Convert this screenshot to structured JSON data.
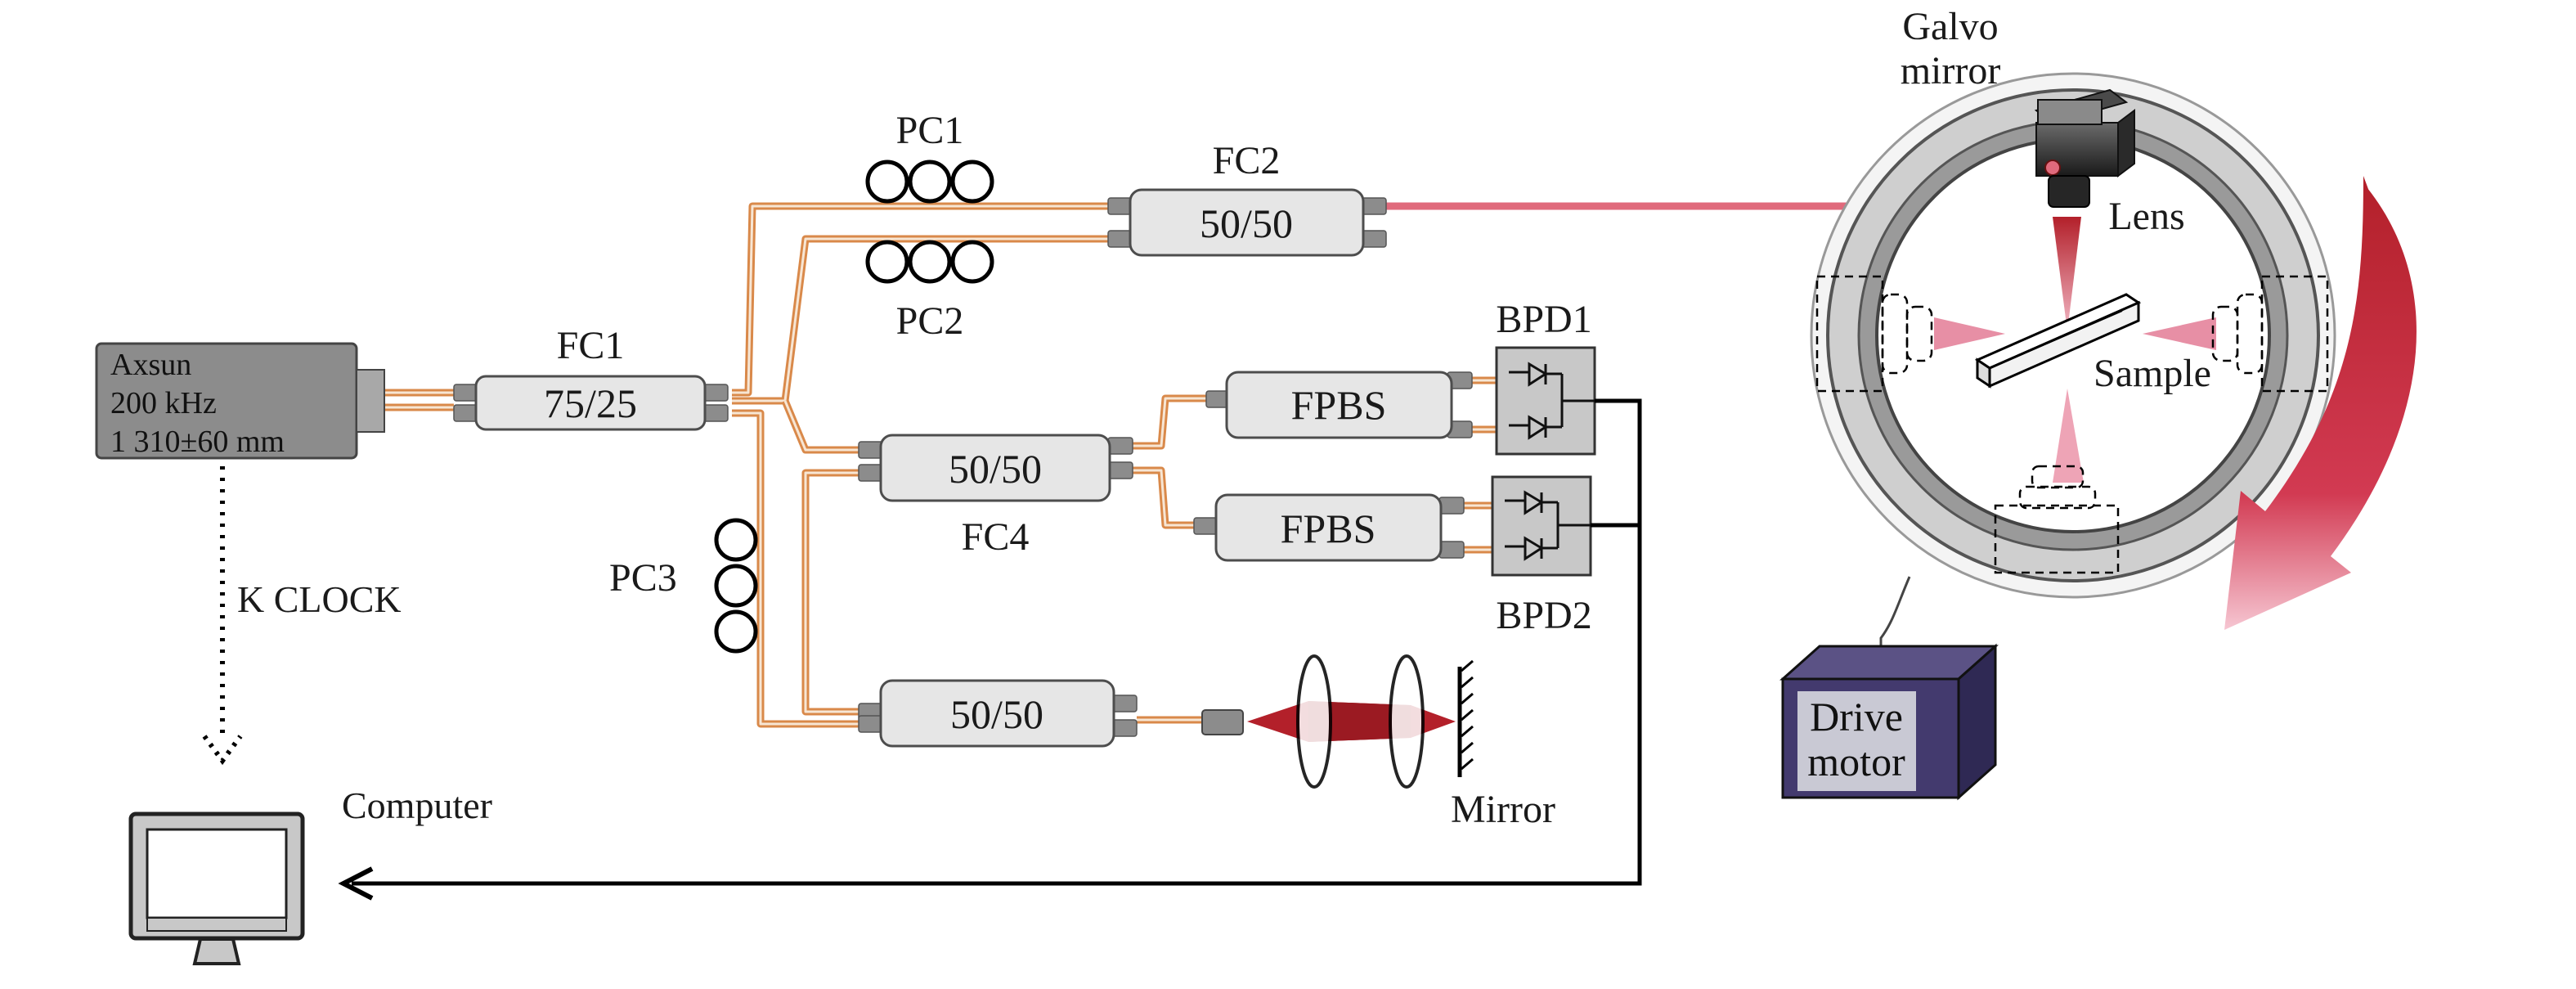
{
  "labels": {
    "source_line1": "Axsun",
    "source_line2": "200 kHz",
    "source_line3": "1 310±60 mm",
    "fc1": "FC1",
    "fc1_ratio": "75/25",
    "fc2": "FC2",
    "fc2_ratio": "50/50",
    "fc3_ratio": "50/50",
    "fc4": "FC4",
    "fc4_ratio": "50/50",
    "pc1": "PC1",
    "pc2": "PC2",
    "pc3": "PC3",
    "fpbs": "FPBS",
    "bpd1": "BPD1",
    "bpd2": "BPD2",
    "k_clock": "K CLOCK",
    "computer": "Computer",
    "mirror": "Mirror",
    "galvo_line1": "Galvo",
    "galvo_line2": "mirror",
    "lens": "Lens",
    "sample": "Sample",
    "drive_line1": "Drive",
    "drive_line2": "motor"
  },
  "colors": {
    "fiber": "#d9894a",
    "sample_beam": "#e06a7c",
    "beam_red": "#b3202a",
    "motor_fill": "#433a6e",
    "source_fill": "#8c8c8c"
  }
}
